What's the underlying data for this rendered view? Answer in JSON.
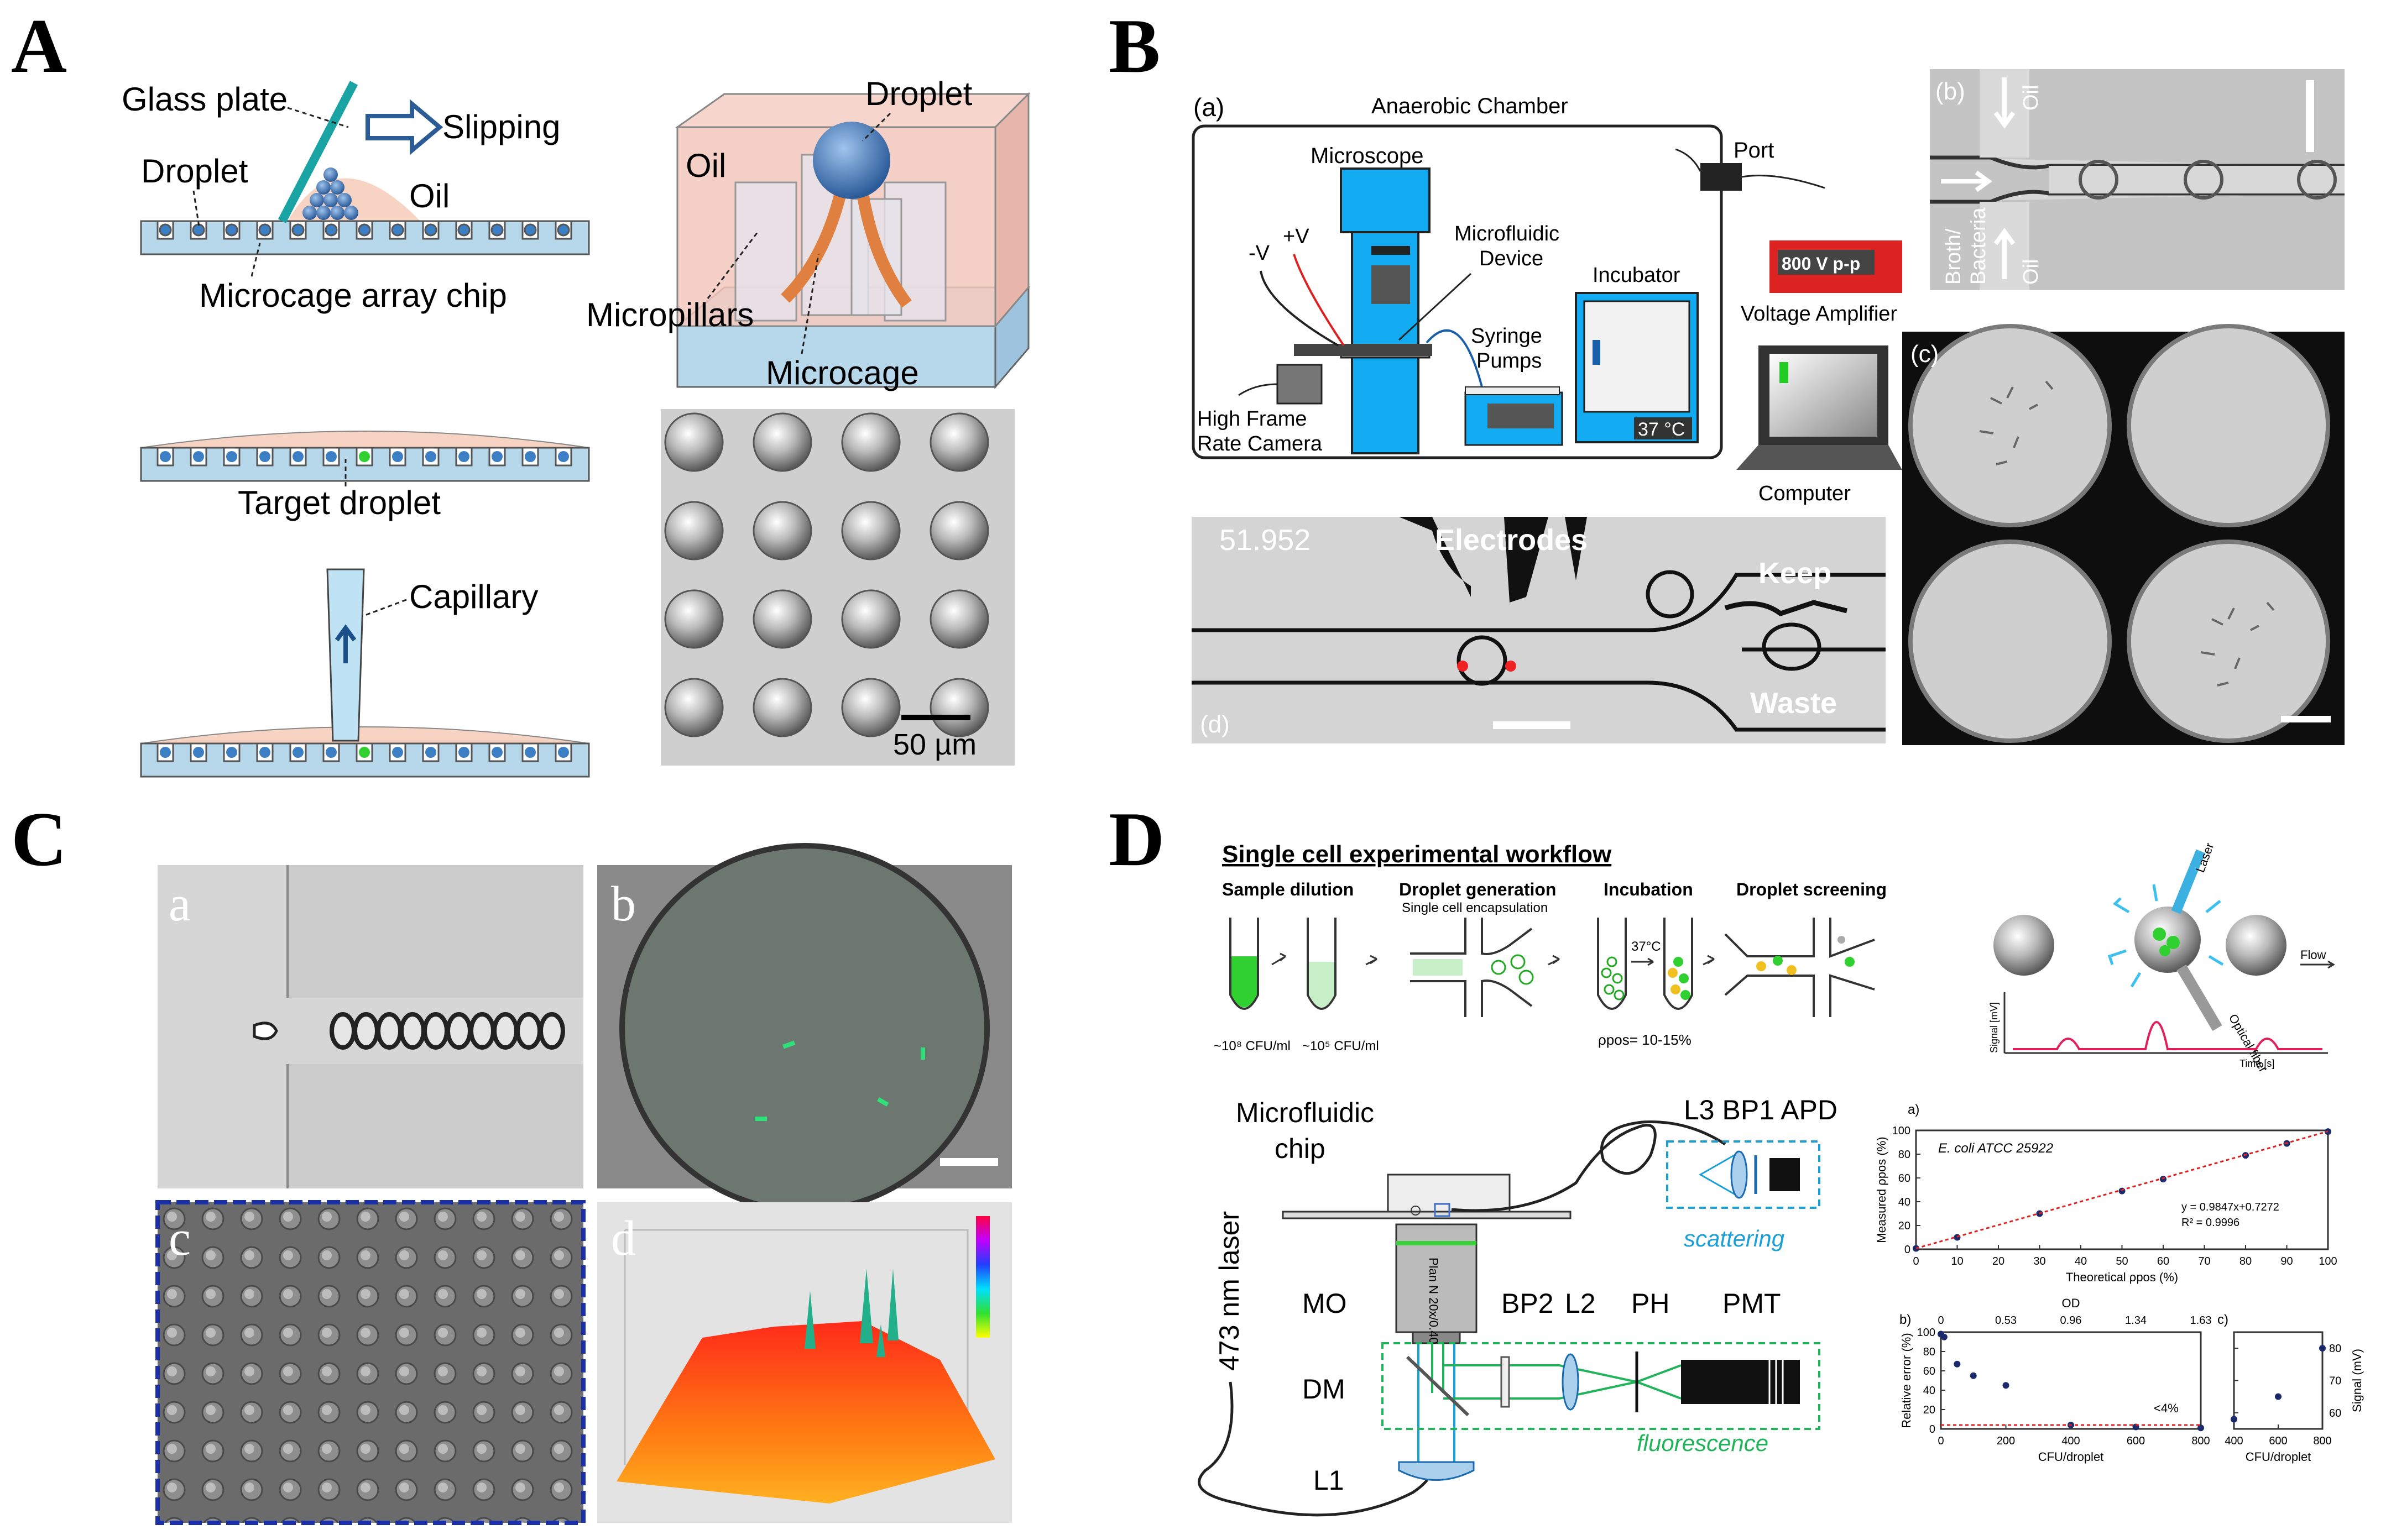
{
  "panel_letters": {
    "A": "A",
    "B": "B",
    "C": "C",
    "D": "D"
  },
  "A": {
    "glass_plate": "Glass plate",
    "slipping": "Slipping",
    "droplet_left": "Droplet",
    "oil_left": "Oil",
    "chip": "Microcage array chip",
    "droplet_3d": "Droplet",
    "oil_3d": "Oil",
    "micropillars": "Micropillars",
    "microcage": "Microcage",
    "target": "Target droplet",
    "capillary": "Capillary",
    "scale": "50 µm"
  },
  "B": {
    "a_tag": "(a)",
    "chamber": "Anaerobic Chamber",
    "port": "Port",
    "microscope": "Microscope",
    "minus_v": "-V",
    "plus_v": "+V",
    "device": "Microfluidic\nDevice",
    "incubator": "Incubator",
    "syringe": "Syringe\nPumps",
    "camera": "High Frame\nRate Camera",
    "temp": "37 °C",
    "amp_display": "800 V p-p",
    "amplifier": "Voltage Amplifier",
    "computer": "Computer",
    "b_tag": "(b)",
    "oil_top": "Oil",
    "oil_bottom": "Oil",
    "broth": "Broth/\nBacteria",
    "c_tag": "(c)",
    "d_tag": "(d)",
    "time": "51.952",
    "electrodes": "Electrodes",
    "keep": "Keep",
    "waste": "Waste"
  },
  "C": {
    "a": "a",
    "b": "b",
    "c": "c",
    "d": "d"
  },
  "D": {
    "workflow_title": "Single cell experimental workflow",
    "steps": [
      "Sample dilution",
      "Droplet generation",
      "Incubation",
      "Droplet screening"
    ],
    "encap": "Single cell encapsulation",
    "conc1": "~10⁸ CFU/ml",
    "conc2": "~10⁵ CFU/ml",
    "temp": "37°C",
    "ppos": "ρpos= 10-15%",
    "laser_lbl": "Laser",
    "flow": "Flow",
    "fiber": "Optical fiber",
    "signal_axis": "Signal [mV]",
    "time_axis": "Time [s]",
    "chip": "Microfluidic\nchip",
    "l3": "L3 BP1 APD",
    "scattering": "scattering",
    "laser473": "473 nm laser",
    "mo": "MO",
    "bp2": "BP2",
    "l2": "L2",
    "ph": "PH",
    "pmt": "PMT",
    "dm": "DM",
    "l1": "L1",
    "fluorescence": "fluorescence",
    "objective": "Plan N 20x/0.40"
  },
  "colors": {
    "blue": "#2c86c9",
    "teal": "#1aa3a3",
    "green": "#20b35a",
    "droplet": "#3c7fc4",
    "oil": "#f6d3c2"
  },
  "chart_data": [
    {
      "type": "scatter",
      "panel": "a)",
      "legend": "E. coli ATCC 25922",
      "xlabel": "Theoretical ρpos (%)",
      "ylabel": "Measured ρpos (%)",
      "xlim": [
        0,
        100
      ],
      "ylim": [
        0,
        100
      ],
      "xticks": [
        0,
        10,
        20,
        30,
        40,
        50,
        60,
        70,
        80,
        90,
        100
      ],
      "yticks": [
        0,
        20,
        40,
        60,
        80,
        100
      ],
      "x": [
        0,
        10,
        30,
        50,
        60,
        80,
        90,
        100
      ],
      "y": [
        0.7,
        10,
        30,
        49,
        59,
        79,
        89,
        99
      ],
      "fit": "y = 0.9847x+0.7272",
      "r2": "R² = 0.9996"
    },
    {
      "type": "scatter",
      "panel": "b)",
      "xlabel": "CFU/droplet",
      "ylabel": "Relative error (%)",
      "top_label": "OD",
      "top_ticks": [
        "0",
        "0.53",
        "0.96",
        "1.34",
        "1.63"
      ],
      "xlim": [
        0,
        800
      ],
      "ylim": [
        0,
        100
      ],
      "xticks": [
        0,
        200,
        400,
        600,
        800
      ],
      "yticks": [
        0,
        20,
        40,
        60,
        80,
        100
      ],
      "x": [
        0,
        10,
        50,
        100,
        200,
        400,
        600,
        800
      ],
      "y": [
        98,
        95,
        67,
        55,
        45,
        4,
        2,
        1
      ],
      "annotation": "<4%"
    },
    {
      "type": "scatter",
      "panel": "c)",
      "xlabel": "CFU/droplet",
      "ylabel": "Signal (mV)",
      "xlim": [
        400,
        800
      ],
      "ylim": [
        55,
        85
      ],
      "xticks": [
        400,
        600,
        800
      ],
      "yticks": [
        60,
        70,
        80
      ],
      "x": [
        400,
        600,
        800
      ],
      "y": [
        58,
        65,
        80
      ]
    }
  ]
}
